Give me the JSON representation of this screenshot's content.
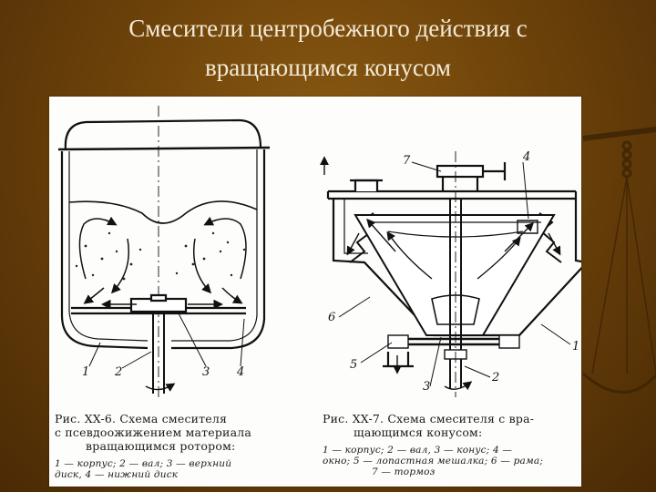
{
  "slide": {
    "title_line1": "Смесители центробежного действия с",
    "title_line2": "вращающимся конусом"
  },
  "figure_left": {
    "callouts": [
      "1",
      "2",
      "3",
      "4"
    ],
    "caption": {
      "line1": "Рис.  XX-6.  Схема  смесителя",
      "line2": "с псевдоожижением материала",
      "line3": "вращающимся ротором:",
      "legend1": "1 — корпус;  2 — вал;  3 — верхний",
      "legend2": "диск,   4 — нижний  диск"
    }
  },
  "figure_right": {
    "callouts": [
      "1",
      "2",
      "3",
      "4",
      "5",
      "6",
      "7"
    ],
    "caption": {
      "line1": "Рис.  XX-7.  Схема  смесителя  с  вра-",
      "line2": "щающимся конусом:",
      "legend1": "1 — корпус;  2 — вал,  3 — конус;  4 —",
      "legend2": "окно; 5 — лопастная мешалка; 6 — рама;",
      "legend3": "7 — тормоз"
    }
  }
}
